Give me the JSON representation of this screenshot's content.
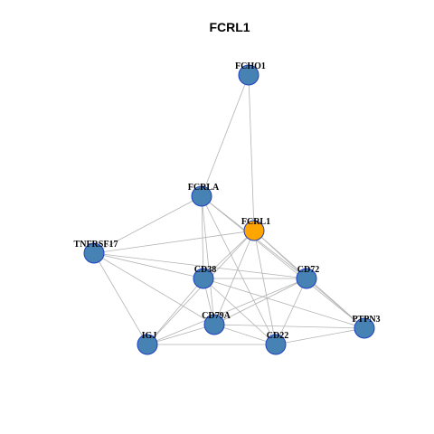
{
  "title": "FCRL1",
  "colors": {
    "node_default": "#4682b4",
    "node_focus": "#ffa500",
    "node_border": "#1f3fbf",
    "edge": "#b3b3b3"
  },
  "nodes": [
    {
      "id": "FCHO1",
      "label": "FCHO1",
      "focus": false
    },
    {
      "id": "FCRLA",
      "label": "FCRLA",
      "focus": false
    },
    {
      "id": "FCRL1",
      "label": "FCRL1",
      "focus": true
    },
    {
      "id": "TNFRSF17",
      "label": "TNFRSF17",
      "focus": false
    },
    {
      "id": "CD38",
      "label": "CD38",
      "focus": false
    },
    {
      "id": "CD72",
      "label": "CD72",
      "focus": false
    },
    {
      "id": "CD79A",
      "label": "CD79A",
      "focus": false
    },
    {
      "id": "IGJ",
      "label": "IGJ",
      "focus": false
    },
    {
      "id": "CD22",
      "label": "CD22",
      "focus": false
    },
    {
      "id": "PTPN3",
      "label": "PTPN3",
      "focus": false
    }
  ],
  "edges": [
    [
      "FCHO1",
      "FCRLA"
    ],
    [
      "FCHO1",
      "FCRL1"
    ],
    [
      "FCRLA",
      "TNFRSF17"
    ],
    [
      "FCRLA",
      "CD38"
    ],
    [
      "FCRLA",
      "CD79A"
    ],
    [
      "FCRLA",
      "CD72"
    ],
    [
      "FCRLA",
      "CD22"
    ],
    [
      "FCRLA",
      "PTPN3"
    ],
    [
      "FCRL1",
      "TNFRSF17"
    ],
    [
      "FCRL1",
      "CD38"
    ],
    [
      "FCRL1",
      "CD72"
    ],
    [
      "FCRL1",
      "CD79A"
    ],
    [
      "FCRL1",
      "CD22"
    ],
    [
      "FCRL1",
      "IGJ"
    ],
    [
      "FCRL1",
      "PTPN3"
    ],
    [
      "TNFRSF17",
      "CD38"
    ],
    [
      "TNFRSF17",
      "CD72"
    ],
    [
      "TNFRSF17",
      "IGJ"
    ],
    [
      "TNFRSF17",
      "CD79A"
    ],
    [
      "CD38",
      "CD72"
    ],
    [
      "CD38",
      "CD79A"
    ],
    [
      "CD38",
      "IGJ"
    ],
    [
      "CD38",
      "CD22"
    ],
    [
      "CD38",
      "PTPN3"
    ],
    [
      "CD72",
      "CD79A"
    ],
    [
      "CD72",
      "IGJ"
    ],
    [
      "CD72",
      "CD22"
    ],
    [
      "CD72",
      "PTPN3"
    ],
    [
      "CD79A",
      "IGJ"
    ],
    [
      "CD79A",
      "CD22"
    ],
    [
      "CD79A",
      "PTPN3"
    ],
    [
      "IGJ",
      "CD22"
    ],
    [
      "CD22",
      "PTPN3"
    ]
  ]
}
